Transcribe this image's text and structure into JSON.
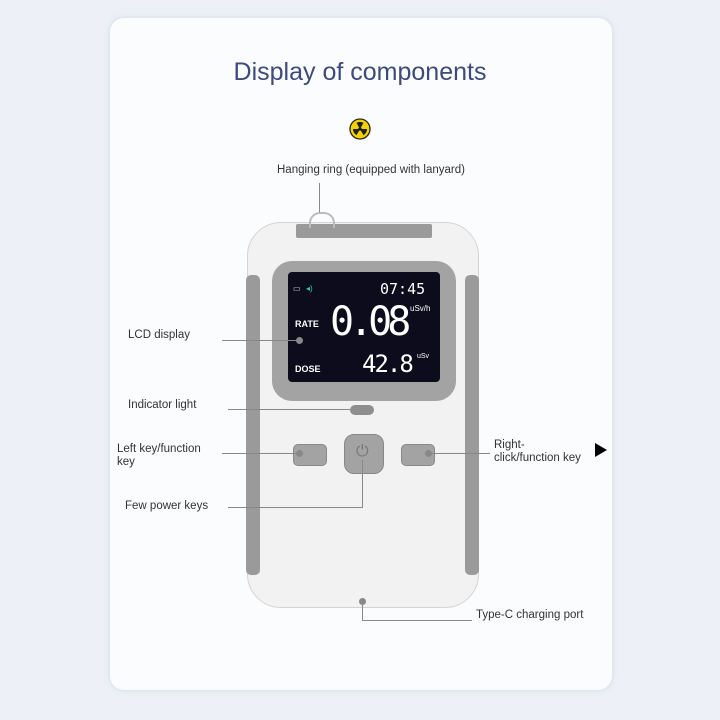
{
  "title": "Display of components",
  "icon": "radiation-icon",
  "labels": {
    "hanging_ring": "Hanging ring (equipped with lanyard)",
    "lcd": "LCD display",
    "indicator": "Indicator light",
    "left_key": "Left key/function key",
    "power": "Few power keys",
    "right_key": "Right-click/function key",
    "typec": "Type-C charging port"
  },
  "lcd": {
    "time": "07:45",
    "rate_label": "RATE",
    "rate_value": "0.08",
    "rate_unit": "uSv/h",
    "dose_label": "DOSE",
    "dose_value": "42.8",
    "dose_unit": "uSv"
  },
  "colors": {
    "title": "#3d4a7a",
    "lcd_bg": "#0c0c1c",
    "radiation": "#f2d200"
  }
}
